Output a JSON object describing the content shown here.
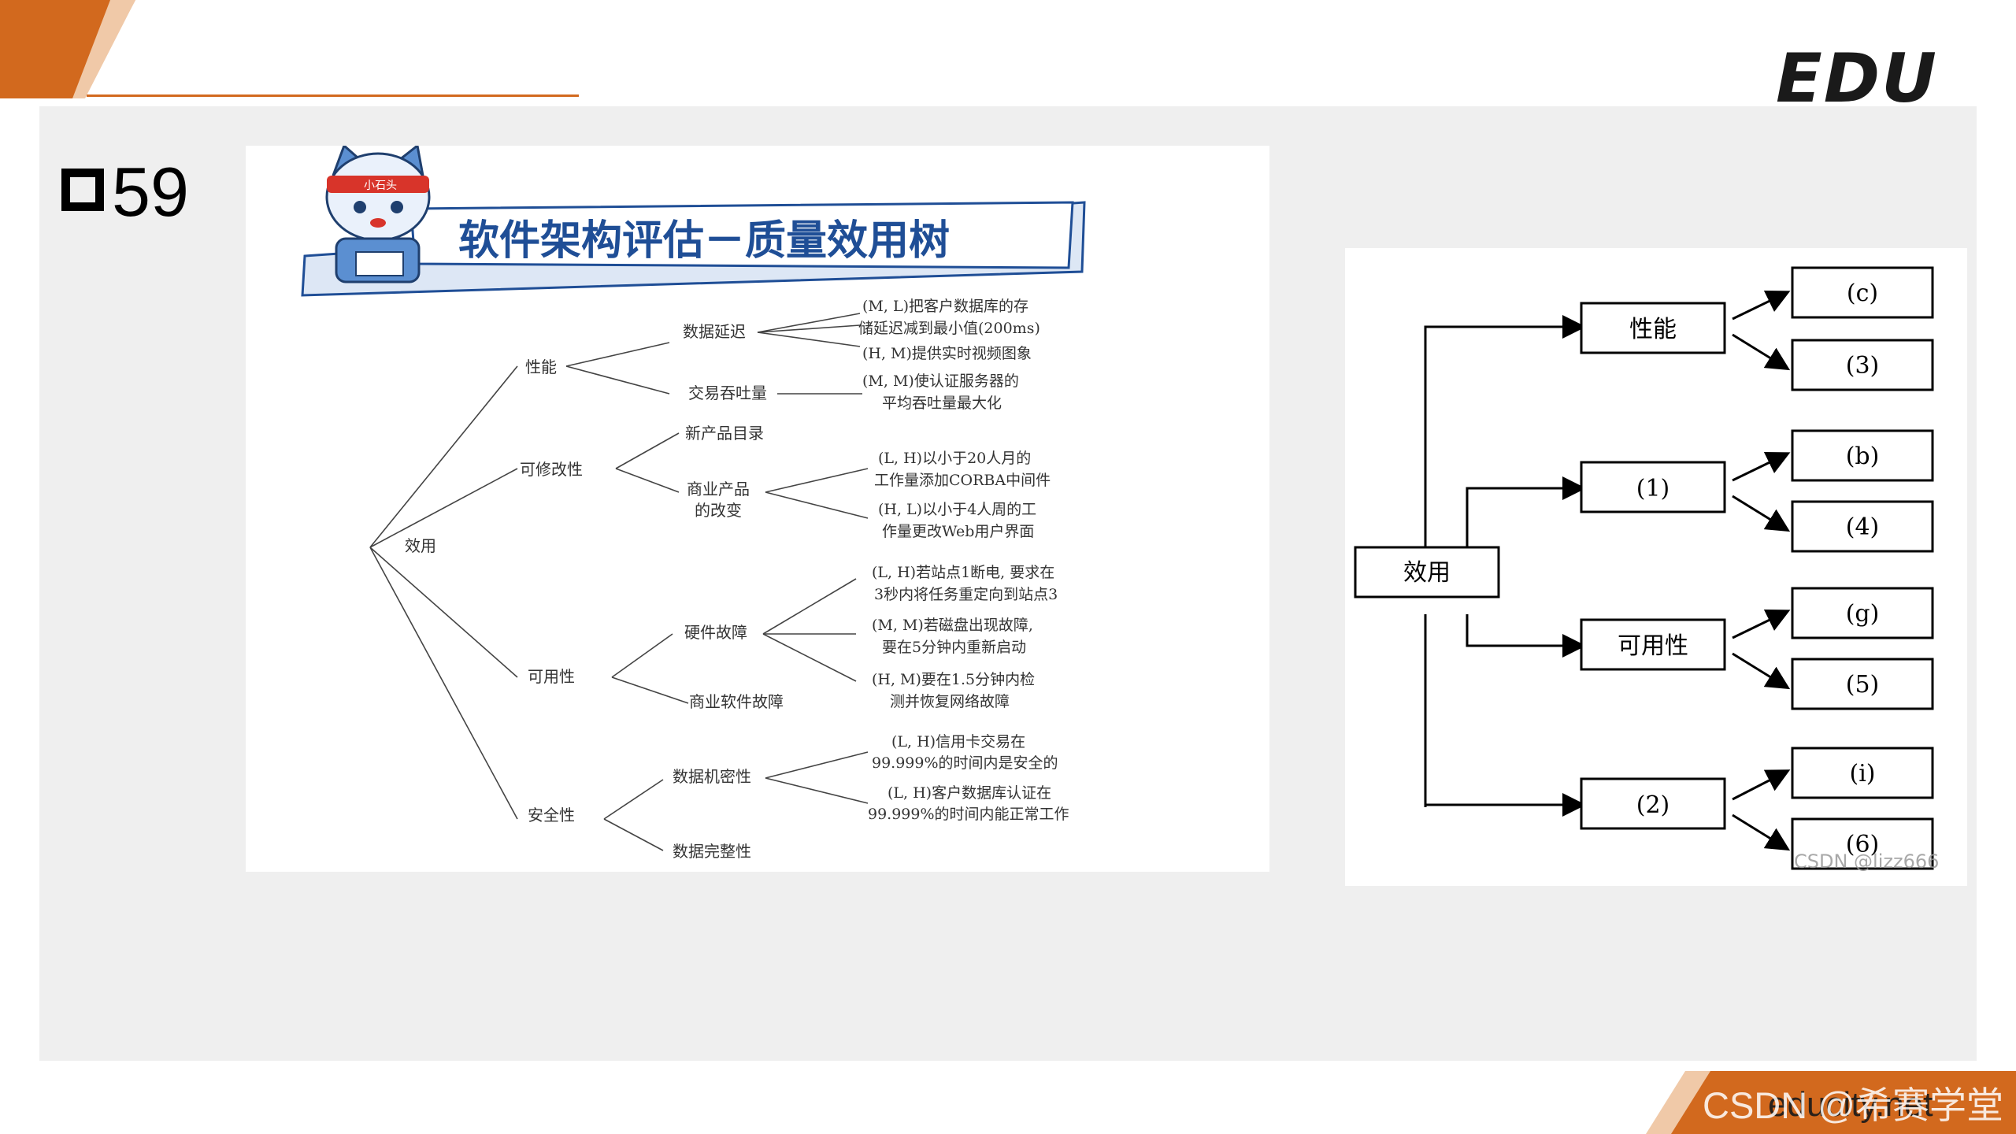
{
  "header": {
    "logo": "EDU"
  },
  "question": {
    "number": "59"
  },
  "left_figure": {
    "title": "软件架构评估－质量效用树",
    "mascot_text": "小石头",
    "root": "效用",
    "categories": {
      "performance": "性能",
      "modifiability": "可修改性",
      "availability": "可用性",
      "security": "安全性"
    },
    "subs": {
      "data_latency": "数据延迟",
      "throughput": "交易吞吐量",
      "new_catalog": "新产品目录",
      "commercial_change_1": "商业产品",
      "commercial_change_2": "的改变",
      "hardware_failure": "硬件故障",
      "software_failure": "商业软件故障",
      "data_confidentiality": "数据机密性",
      "data_integrity": "数据完整性"
    },
    "leaves": {
      "l1a": "(M, L)把客户数据库的存",
      "l1b": "储延迟减到最小值(200ms)",
      "l2": "(H, M)提供实时视频图象",
      "l3a": "(M, M)使认证服务器的",
      "l3b": "平均吞吐量最大化",
      "l4a": "(L, H)以小于20人月的",
      "l4b": "工作量添加CORBA中间件",
      "l5a": "(H, L)以小于4人周的工",
      "l5b": "作量更改Web用户界面",
      "l6a": "(L, H)若站点1断电, 要求在",
      "l6b": "3秒内将任务重定向到站点3",
      "l7a": "(M, M)若磁盘出现故障,",
      "l7b": "要在5分钟内重新启动",
      "l8a": "(H, M)要在1.5分钟内检",
      "l8b": "测并恢复网络故障",
      "l9a": "(L, H)信用卡交易在",
      "l9b": "99.999%的时间内是安全的",
      "l10a": "(L, H)客户数据库认证在",
      "l10b": "99.999%的时间内能正常工作"
    }
  },
  "right_figure": {
    "root": "效用",
    "nodes": [
      "性能",
      "(1)",
      "可用性",
      "(2)"
    ],
    "leaves": [
      "(c)",
      "(3)",
      "(b)",
      "(4)",
      "(g)",
      "(5)",
      "(i)",
      "(6)"
    ],
    "watermark": "CSDN @lizz666"
  },
  "footer": {
    "csdn": "CSDN @希赛学堂",
    "edu": "educity.net"
  },
  "colors": {
    "accent_orange": "#d2691e",
    "title_blue": "#1f4e96"
  }
}
